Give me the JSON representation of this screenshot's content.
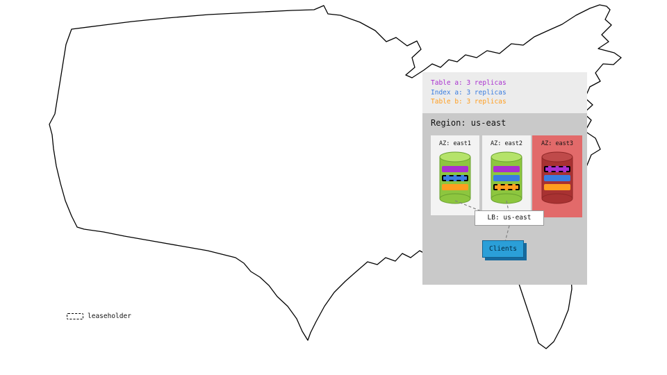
{
  "legend": {
    "items": [
      {
        "label": "Table a: 3 replicas",
        "color": "purple"
      },
      {
        "label": "Index a: 3 replicas",
        "color": "blue"
      },
      {
        "label": "Table b: 3 replicas",
        "color": "orange"
      }
    ]
  },
  "region": {
    "title": "Region: us-east",
    "azs": [
      {
        "label": "AZ: east1",
        "status": "healthy",
        "leaseholder_replica": "Index a"
      },
      {
        "label": "AZ: east2",
        "status": "healthy",
        "leaseholder_replica": "Table b"
      },
      {
        "label": "AZ: east3",
        "status": "down",
        "leaseholder_replica": "Table a"
      }
    ],
    "lb": {
      "label": "LB: us-east"
    },
    "clients": {
      "label": "Clients"
    }
  },
  "map_legend": {
    "label": "leaseholder"
  },
  "colors": {
    "purple": "#a930cf",
    "blue": "#3a7de0",
    "orange": "#ff9e20",
    "green_body": "#8dc63f",
    "green_top": "#b5e36a",
    "green_stroke": "#69a02f",
    "red_bg": "#e26a6a",
    "red_body": "#a83232",
    "red_top": "#bf4a4a",
    "red_stroke": "#8f2626",
    "panel_bg": "#ececec",
    "region_bg": "#c9c9c9",
    "az_bg": "#f3f3f3",
    "lb_border": "#9a9a9a",
    "client_blue": "#2b9fd8",
    "client_shadow": "#176a9e",
    "line": "#808080"
  }
}
